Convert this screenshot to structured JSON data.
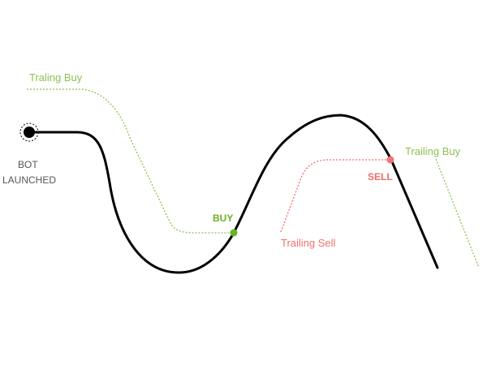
{
  "colors": {
    "price_line": "#000000",
    "trailing_buy": "#8cc152",
    "trailing_sell": "#f06e6e",
    "buy_point": "#6ab023",
    "sell_point": "#f27474",
    "start_text": "#555555"
  },
  "labels": {
    "trailing_buy_left": "Traling Buy",
    "trailing_buy_right": "Trailing Buy",
    "trailing_sell": "Trailing Sell",
    "buy": "BUY",
    "sell": "SELL",
    "bot_line1": "BOT",
    "bot_line2": "LAUNCHED"
  },
  "icons": {
    "start": "start-marker-icon"
  }
}
